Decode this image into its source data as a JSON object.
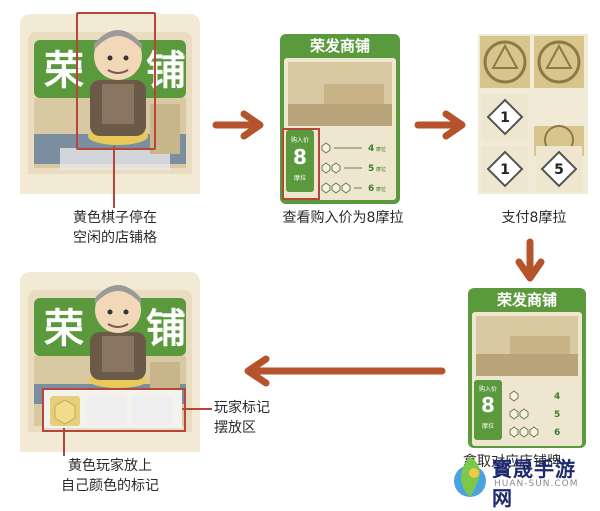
{
  "colors": {
    "green": "#5a9a3c",
    "green_dark": "#3f7d2b",
    "arrow": "#b5532c",
    "highlight": "#b5473a",
    "cream": "#f4ecd8",
    "gold": "#d8c58c"
  },
  "steps": [
    {
      "caption_line1": "黄色棋子停在",
      "caption_line2": "空闲的店铺格"
    },
    {
      "caption": "查看购入价为8摩拉"
    },
    {
      "caption": "支付8摩拉"
    },
    {
      "caption": "拿取对应店铺牌"
    },
    {
      "caption_line1": "黄色玩家放上",
      "caption_line2": "自己颜色的标记"
    }
  ],
  "card": {
    "title": "荣发商铺",
    "big_title_left": "荣",
    "big_title_right": "铺",
    "price_label_top": "购入价",
    "price_value": "8",
    "price_label_bottom": "摩拉",
    "rows": [
      "4",
      "5",
      "6"
    ],
    "row_unit": "摩拉"
  },
  "coins": {
    "top": "1",
    "left": "1",
    "right": "5"
  },
  "callout": {
    "line1": "玩家标记",
    "line2": "摆放区"
  },
  "watermark": {
    "name": "寳晟手游网",
    "url": "HUAN-SUN.COM"
  }
}
